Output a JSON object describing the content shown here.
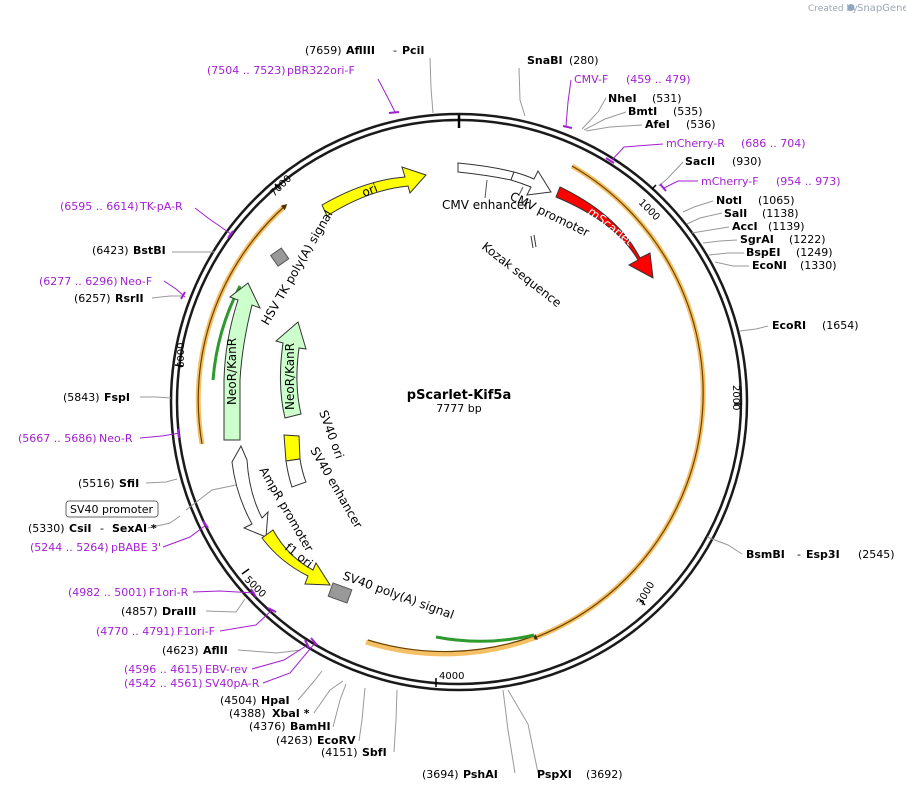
{
  "credit": {
    "prefix": "Created by",
    "brand": "SnapGene"
  },
  "plasmid": {
    "name": "pScarlet-Kif5a",
    "length_label": "7777 bp"
  },
  "ring_ticks": [
    "1000",
    "2000",
    "3000",
    "4000",
    "5000",
    "6000",
    "7000"
  ],
  "enzymes": [
    {
      "pos": "(7659)",
      "name": "AflIII",
      "name2": "PciI"
    },
    {
      "pos": "(280)",
      "name": "SnaBI"
    },
    {
      "pos": "(531)",
      "name": "NheI"
    },
    {
      "pos": "(535)",
      "name": "BmtI"
    },
    {
      "pos": "(536)",
      "name": "AfeI"
    },
    {
      "pos": "(930)",
      "name": "SacII"
    },
    {
      "pos": "(1065)",
      "name": "NotI"
    },
    {
      "pos": "(1138)",
      "name": "SalI"
    },
    {
      "pos": "(1139)",
      "name": "AccI"
    },
    {
      "pos": "(1222)",
      "name": "SgrAI"
    },
    {
      "pos": "(1249)",
      "name": "BspEI"
    },
    {
      "pos": "(1330)",
      "name": "EcoNI"
    },
    {
      "pos": "(1654)",
      "name": "EcoRI"
    },
    {
      "pos": "(2545)",
      "name": "BsmBI",
      "name2": "Esp3I"
    },
    {
      "pos": "(3692)",
      "name": "PspXI"
    },
    {
      "pos": "(3694)",
      "name": "PshAI"
    },
    {
      "pos": "(4151)",
      "name": "SbfI"
    },
    {
      "pos": "(4263)",
      "name": "EcoRV"
    },
    {
      "pos": "(4376)",
      "name": "BamHI"
    },
    {
      "pos": "(4388)",
      "name": "XbaI *"
    },
    {
      "pos": "(4504)",
      "name": "HpaI"
    },
    {
      "pos": "(4623)",
      "name": "AflII"
    },
    {
      "pos": "(4857)",
      "name": "DraIII"
    },
    {
      "pos": "(5330)",
      "name": "CsiI",
      "name2": "SexAI *"
    },
    {
      "pos": "(5516)",
      "name": "SfiI"
    },
    {
      "pos": "(5843)",
      "name": "FspI"
    },
    {
      "pos": "(6257)",
      "name": "RsrII"
    },
    {
      "pos": "(6423)",
      "name": "BstBI"
    }
  ],
  "primers": [
    {
      "name": "pBR322ori-F",
      "range": "(7504 .. 7523)"
    },
    {
      "name": "CMV-F",
      "range": "(459 .. 479)"
    },
    {
      "name": "mCherry-R",
      "range": "(686 .. 704)"
    },
    {
      "name": "mCherry-F",
      "range": "(954 .. 973)"
    },
    {
      "name": "TK-pA-R",
      "range": "(6595 .. 6614)"
    },
    {
      "name": "Neo-F",
      "range": "(6277 .. 6296)"
    },
    {
      "name": "Neo-R",
      "range": "(5667 .. 5686)"
    },
    {
      "name": "pBABE 3'",
      "range": "(5244 .. 5264)"
    },
    {
      "name": "F1ori-R",
      "range": "(4982 .. 5001)"
    },
    {
      "name": "F1ori-F",
      "range": "(4770 .. 4791)"
    },
    {
      "name": "EBV-rev",
      "range": "(4596 .. 4615)"
    },
    {
      "name": "SV40pA-R",
      "range": "(4542 .. 4561)"
    }
  ],
  "features": {
    "ori": "ori",
    "cmv_enhancer": "CMV enhancer",
    "cmv_promoter": "CMV promoter",
    "mscarlet": "mScarlet",
    "kozak": "Kozak sequence",
    "hsv_tk": "HSV TK poly(A) signal",
    "neor_outer": "NeoR/KanR",
    "neor_inner": "NeoR/KanR",
    "sv40_ori": "SV40 ori",
    "sv40_enhancer": "SV40 enhancer",
    "ampr_promoter": "AmpR promoter",
    "f1_ori": "f1 ori",
    "sv40_polya": "SV40 poly(A) signal",
    "sv40_promoter_box": "SV40 promoter"
  },
  "colors": {
    "ring": "#1a1a1a",
    "primer": "#a21fd2",
    "highlight": "#f5c065",
    "ori_yellow": "#ffff00",
    "mscarlet_red": "#ff0000",
    "neor_green": "#ccffcc",
    "orf_green": "#2e9a2e",
    "polya_gray": "#999999"
  }
}
